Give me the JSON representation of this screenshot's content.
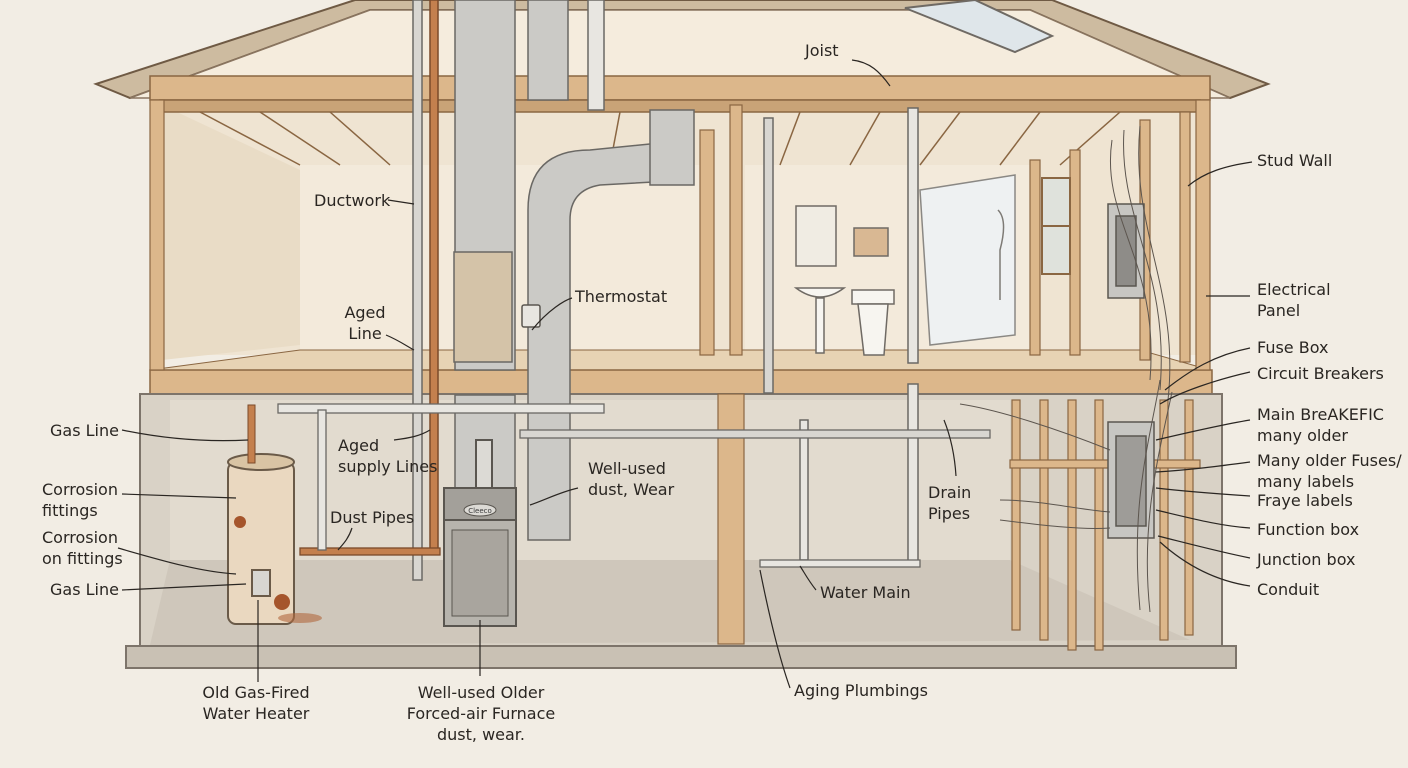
{
  "labels": {
    "joist": "Joist",
    "stud_wall": "Stud Wall",
    "ductwork": "Ductwork",
    "thermostat": "Thermostat",
    "aged_line_1": "Aged",
    "aged_line_2": "Line",
    "electrical_panel_1": "Electrical",
    "electrical_panel_2": "Panel",
    "fuse_box": "Fuse Box",
    "circuit_breakers": "Circuit Breakers",
    "main_breaker_1": "Main BreAKEFIC",
    "main_breaker_2": "many older",
    "many_fuses_1": "Many older Fuses/",
    "many_fuses_2": "many labels",
    "fraye_labels": "Fraye labels",
    "function_box": "Function box",
    "junction_box": "Junction box",
    "conduit": "Conduit",
    "gas_line_top": "Gas Line",
    "corrosion_fittings_1": "Corrosion",
    "corrosion_fittings_2": "fittings",
    "corrosion_on_fittings_1": "Corrosion",
    "corrosion_on_fittings_2": "on fittings",
    "gas_line_bottom": "Gas Line",
    "aged_supply_1": "Aged",
    "aged_supply_2": "supply Lines",
    "dust_pipes": "Dust Pipes",
    "well_used_1": "Well-used",
    "well_used_2": "dust, Wear",
    "drain_pipes_1": "Drain",
    "drain_pipes_2": "Pipes",
    "water_main": "Water Main",
    "water_heater_1": "Old Gas-Fired",
    "water_heater_2": "Water Heater",
    "furnace_1": "Well-used Older",
    "furnace_2": "Forced-air Furnace",
    "furnace_3": "dust, wear.",
    "aging_plumbing": "Aging Plumbings",
    "furnace_brand": "Cleeco"
  },
  "colors": {
    "background": "#f2ede4",
    "wood": "#d8b48a",
    "wood_dark": "#a87a4f",
    "wall": "#efe4d2",
    "concrete": "#d9d2c6",
    "duct": "#c9c9c6",
    "copper": "#c4804e",
    "pipe": "#e8e6e1",
    "rust": "#a5552c",
    "ink": "#2a2622"
  }
}
